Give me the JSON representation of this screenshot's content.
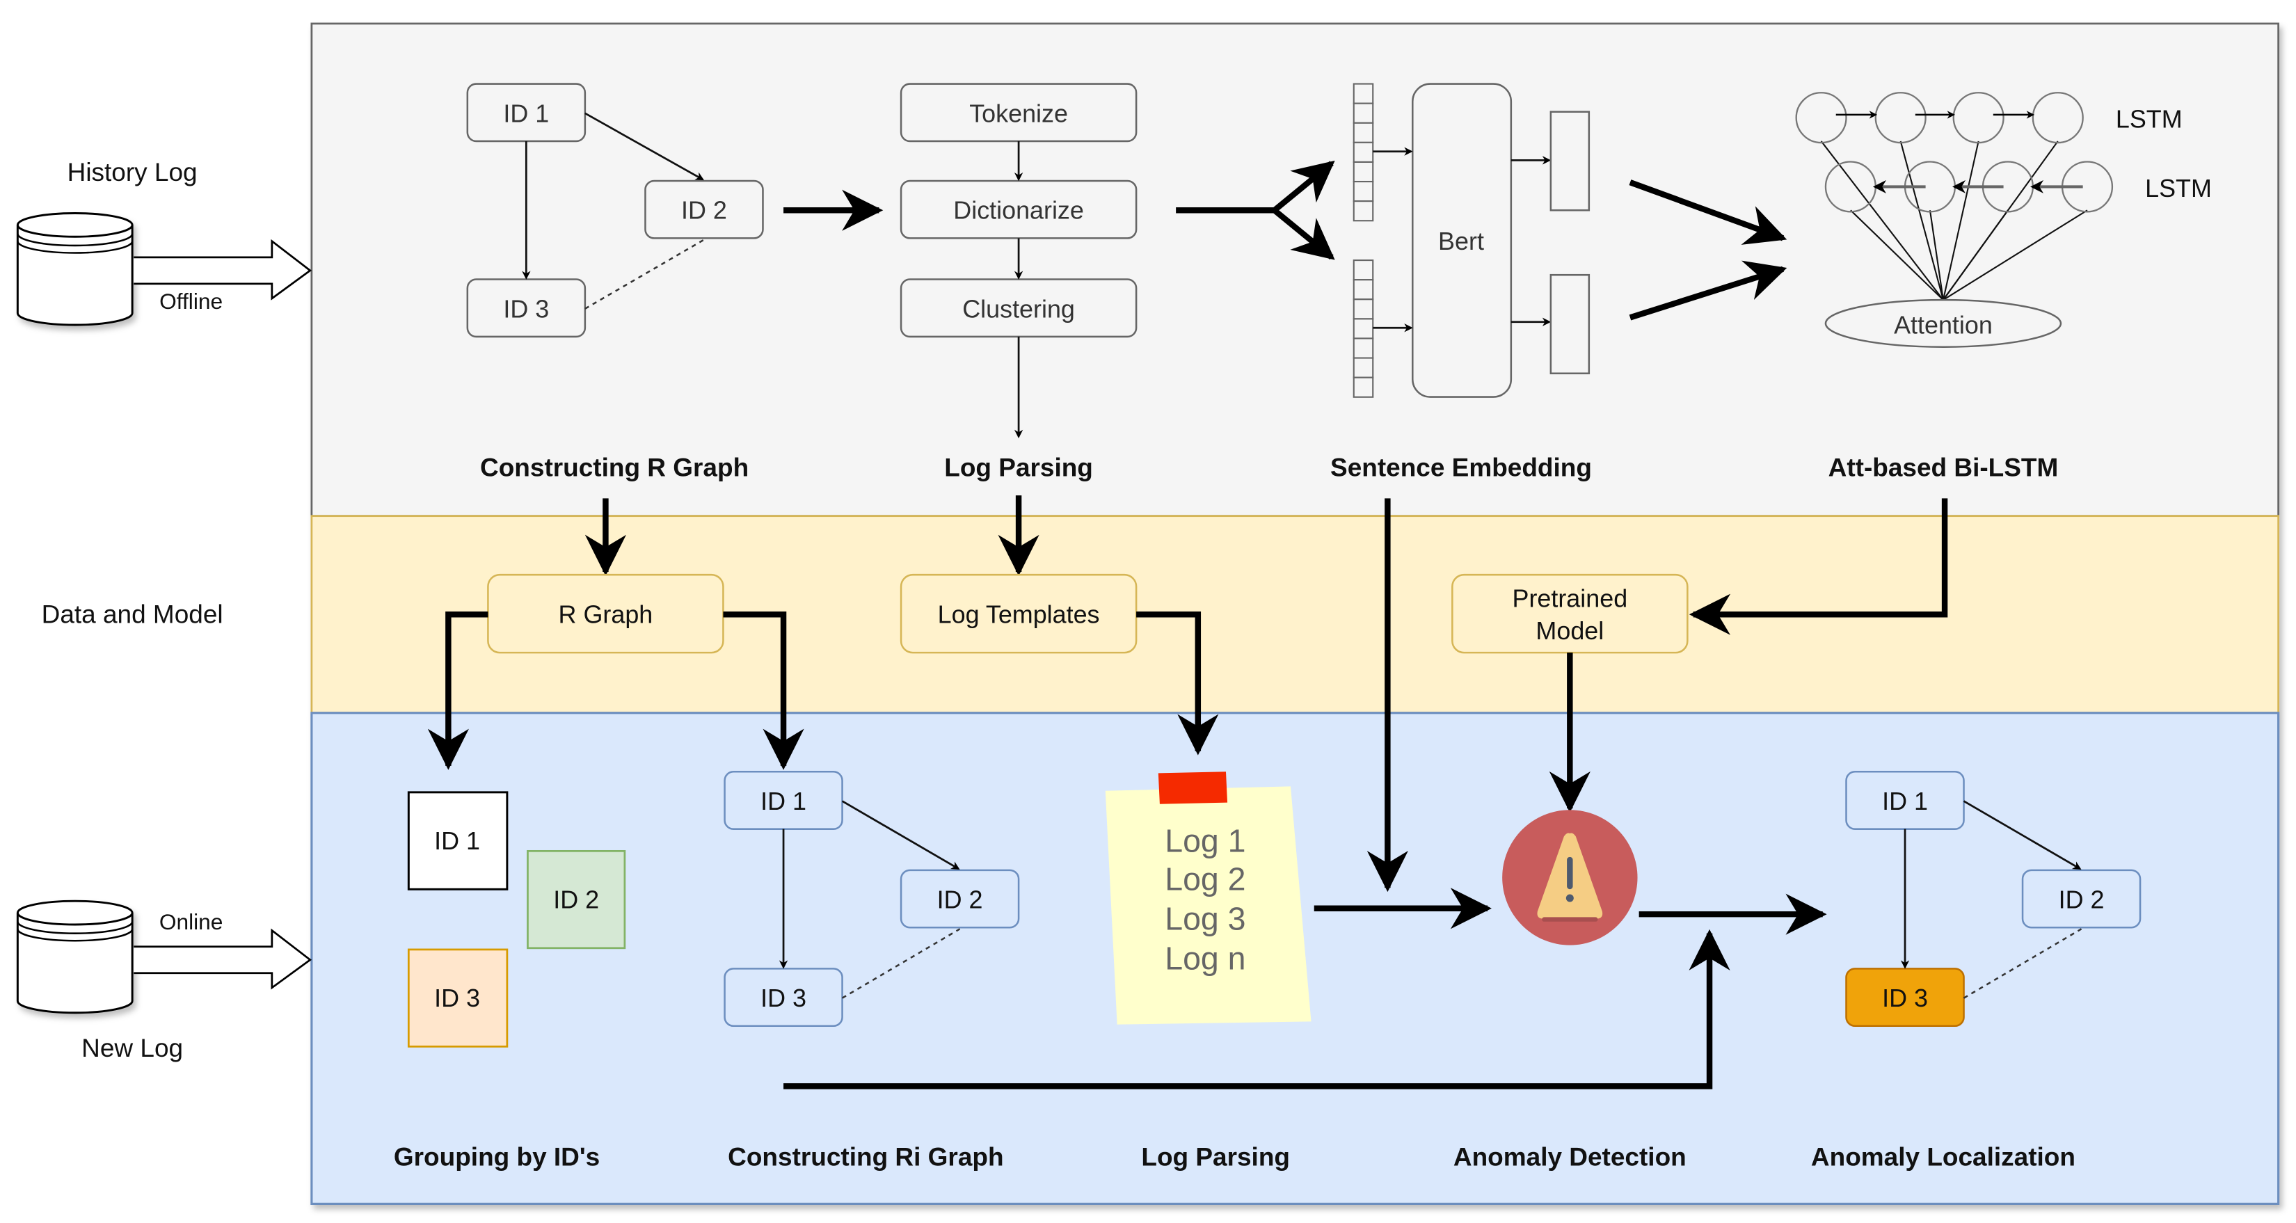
{
  "inputs": {
    "history": {
      "label": "History Log",
      "mode": "Offline"
    },
    "new": {
      "label": "New Log",
      "mode": "Online"
    }
  },
  "lanes": {
    "data_and_model": "Data and Model"
  },
  "offline": {
    "r_graph": {
      "nodes": [
        "ID 1",
        "ID 2",
        "ID 3"
      ]
    },
    "log_parsing": {
      "steps": [
        "Tokenize",
        "Dictionarize",
        "Clustering"
      ]
    },
    "embedding": {
      "model": "Bert"
    },
    "bilstm": {
      "forward_label": "LSTM",
      "backward_label": "LSTM",
      "attention": "Attention"
    },
    "stages": [
      "Constructing R Graph",
      "Log Parsing",
      "Sentence Embedding",
      "Att-based Bi-LSTM"
    ]
  },
  "data_model": {
    "r_graph": "R Graph",
    "log_templates": "Log Templates",
    "pretrained_model": [
      "Pretrained",
      "Model"
    ]
  },
  "online": {
    "grouping": {
      "nodes": [
        "ID 1",
        "ID 2",
        "ID 3"
      ]
    },
    "ri_graph": {
      "nodes": [
        "ID 1",
        "ID 2",
        "ID 3"
      ]
    },
    "log_note": {
      "lines": [
        "Log 1",
        "Log 2",
        "Log 3",
        "Log n"
      ]
    },
    "localization": {
      "nodes": [
        "ID 1",
        "ID 2",
        "ID 3"
      ],
      "anomalous": "ID 3"
    },
    "stages": [
      "Grouping by ID's",
      "Constructing Ri Graph",
      "Log Parsing",
      "Anomaly Detection",
      "Anomaly Localization"
    ]
  },
  "colors": {
    "offline_lane": "#f5f5f5",
    "data_lane": "#fff2cc",
    "online_lane": "#dae8fc",
    "anomaly_node": "#f0a30a",
    "alert_circle": "#c85c5c",
    "alert_triangle": "#f5cd84",
    "note_paper": "#ffffcc",
    "note_pin": "#f52a00",
    "group_id2_fill": "#d5e8d4",
    "group_id3_fill": "#ffe6cc"
  }
}
